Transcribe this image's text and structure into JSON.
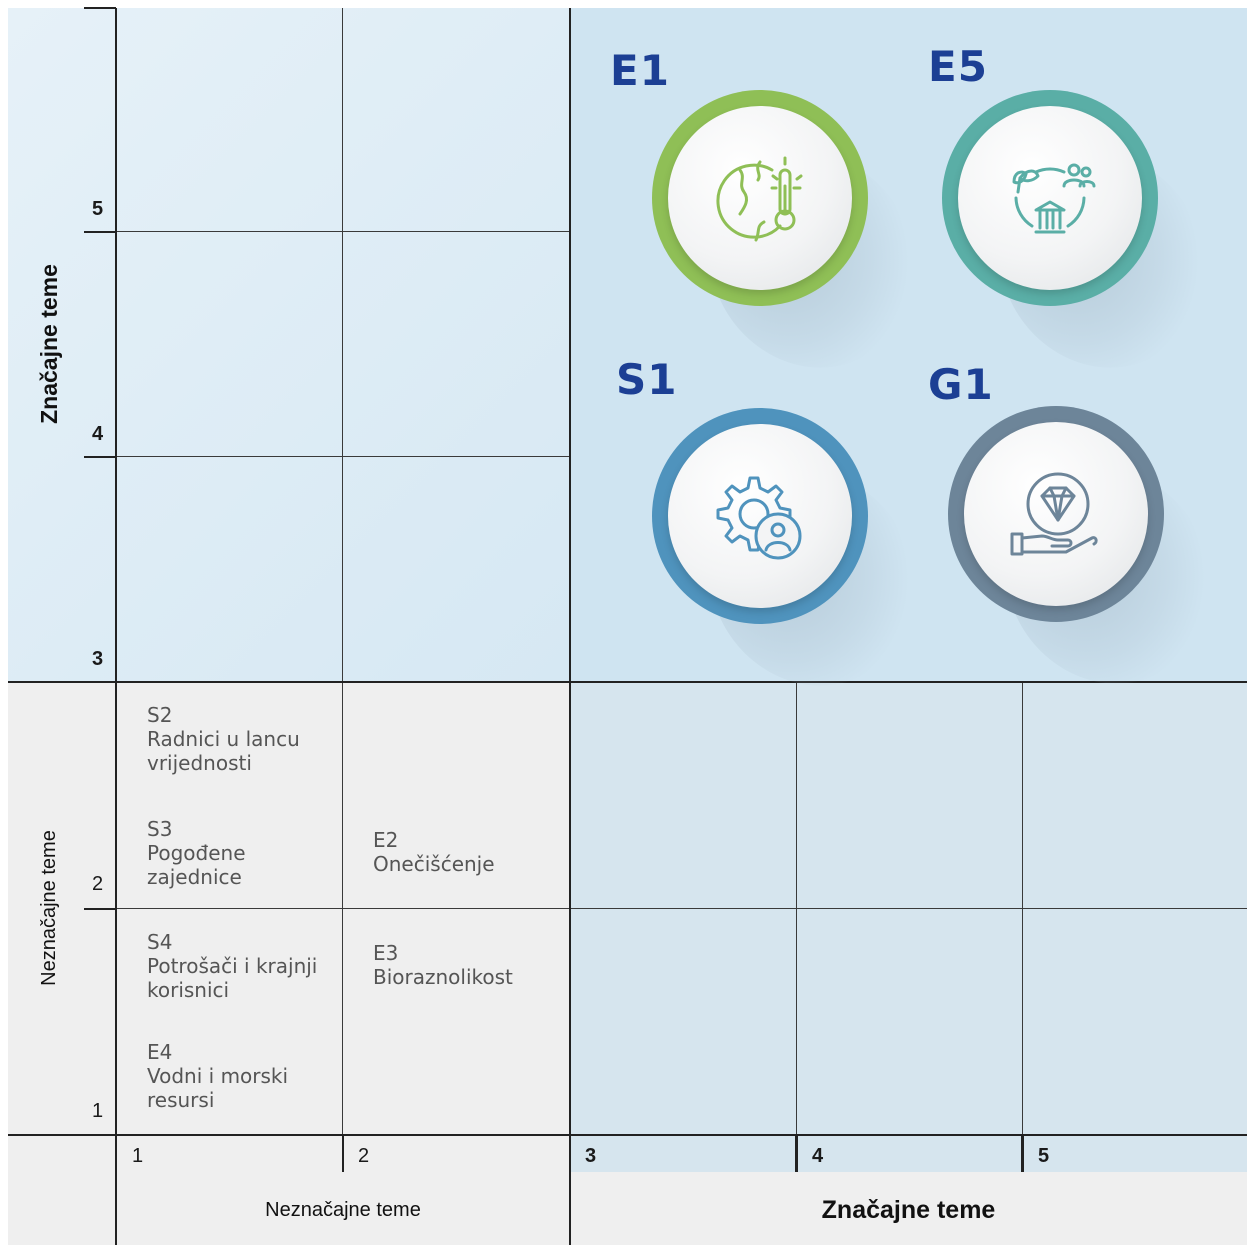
{
  "axes": {
    "y_high_label": "Značajne teme",
    "y_low_label": "Neznačajne teme",
    "x_low_label": "Neznačajne teme",
    "x_high_label": "Značajne teme",
    "y_ticks": [
      "5",
      "4",
      "3",
      "2",
      "1"
    ],
    "x_ticks": [
      "1",
      "2",
      "3",
      "4",
      "5"
    ]
  },
  "low_topics": [
    {
      "code": "S2",
      "name": "Radnici u lancu vrijednosti"
    },
    {
      "code": "S3",
      "name": "Pogođene zajednice"
    },
    {
      "code": "S4",
      "name": "Potrošači i krajnji korisnici"
    },
    {
      "code": "E4",
      "name": "Vodni i morski resursi"
    },
    {
      "code": "E2",
      "name": "Onečišćenje"
    },
    {
      "code": "E3",
      "name": "Bioraznolikost"
    }
  ],
  "material_topics": [
    {
      "code": "E1",
      "icon": "globe-thermometer-icon",
      "ring_color": "#8fbf56"
    },
    {
      "code": "E5",
      "icon": "circular-economy-icon",
      "ring_color": "#5aaea6"
    },
    {
      "code": "S1",
      "icon": "gear-person-icon",
      "ring_color": "#4f93bd"
    },
    {
      "code": "G1",
      "icon": "diamond-hand-icon",
      "ring_color": "#6d8599"
    }
  ],
  "colors": {
    "title_blue": "#1c3f94"
  }
}
